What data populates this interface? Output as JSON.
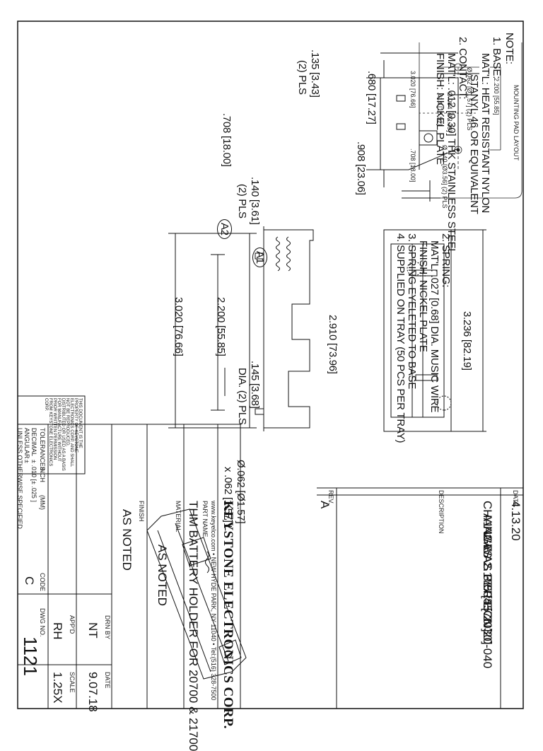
{
  "notes": {
    "heading": "NOTE:",
    "items": [
      "1. BASE:",
      "MAT'L: HEAT RESISTANT NYLON",
      "STANYL 46 OR EQUIVALENT",
      "2. CONTACT:",
      "MAT'L: .012 [0.30] THK STAINLESS STEEL",
      "FINISH: NICKEL PLATE"
    ],
    "items2": [
      "2. SPRING:",
      "MAT'L: .027 [0.68] DIA. MUSIC WIRE",
      "FINISH: NICKEL PLATE",
      "3. SPRING EYELETED TO BASE",
      "4. SUPPLIED ON TRAY (50 PCS PER TRAY)"
    ]
  },
  "dimensions": {
    "d680": ".680 [17.27]",
    "d135": ".135 [3.43]",
    "d135b": "(2) PLS",
    "d908": ".908 [23.06]",
    "d708": ".708 [18.00]",
    "d140": ".140 [3.61]",
    "d140b": "(2) PLS",
    "d2910": "2.910 [73.96]",
    "d3236": "3.236 [82.19]",
    "d3020": "3.020 [76.66]",
    "d2200": "2.200 [55.85]",
    "d145": ".145 [3.68]",
    "d145b": "DIA. (2) PLS",
    "d062": "Ø.062 [Ø1.57]",
    "d062b": "x .062 [1.57] L.",
    "a1": "A1",
    "a2": "A2"
  },
  "mounting_pad": {
    "title": "MOUNTING PAD LAYOUT",
    "labels": [
      "2.200 [55.85]",
      "Ø.062 [Ø1.57] (2) PLS",
      "Ø.094 [Ø2.39]",
      ".414 [10.52]",
      "3.020 [76.66]",
      "Ø.140 [Ø3.56] (2) PLS",
      ".708 [18.00]"
    ]
  },
  "revision": {
    "date_header": "DATE",
    "desc_header": "DESCRIPTION",
    "rev_header": "REV.",
    "date": "4.13.20",
    "line1": "CHANGE AS PER ECN 20-040",
    "line2": "A1 WAS 2.175 [55.20]",
    "line3": "A2 WAS 3.004 [76.30]",
    "rev": "A"
  },
  "title_block": {
    "company": "KEYSTONE ELECTRONICS CORP.",
    "address": "www.keyelco.com • NEW HYDE PARK, NY 11040 • Tel:(516) 328-7500",
    "part_name_label": "PART NAME",
    "part_name": "THM BATTERY HOLDER FOR 20700 & 21700",
    "material_label": "MATERIAL",
    "material": "AS NOTED",
    "finish_label": "FINISH",
    "finish": "AS NOTED",
    "drn_label": "DRN BY",
    "drn": "NT",
    "date_label": "DATE",
    "date": "9.07.18",
    "appd_label": "APP'D",
    "appd": "RH",
    "scale_label": "SCALE",
    "scale": "1.25X",
    "code_label": "CODE",
    "code": "C",
    "dwg_label": "DWG NO.",
    "dwg": "1121",
    "tol_label": "TOLERANCES",
    "inch_label": "INCH",
    "mm_label": "(MM)",
    "decimal_label": "DECIMAL",
    "decimal_value": "± .010  [± .025 ]",
    "angular_label": "ANGULAR",
    "angular_value": "±",
    "unless": "UNLESS OTHERWISE SPECIFIED",
    "property": "THIS DOCUMENT IS THE PROPERTY OF KEYSTONE ELECTRONICS CORP. AND SHALL NOT BE REPRODUCED, DISTRIBUTED OR USED AS A BASIS FOR MANUFACTURE WITHOUT PRIOR WRITTEN PERMISSION FROM KEYSTONE ELECTRONICS CORP."
  }
}
